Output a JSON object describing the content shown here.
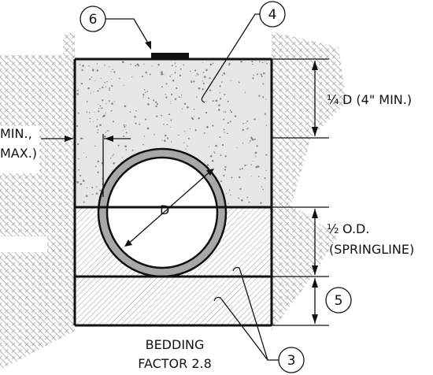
{
  "callouts": {
    "c3": "3",
    "c4": "4",
    "c5": "5",
    "c6": "6"
  },
  "labels": {
    "trench_width_line1": "MIN.,",
    "trench_width_line2": "MAX.)",
    "cover_fraction": "¼",
    "cover_text": "D (4\" MIN.)",
    "haunch_fraction": "½",
    "haunch_text_line1": "O.D.",
    "haunch_text_line2": "(SPRINGLINE)",
    "diameter": "D",
    "bedding_line1": "BEDDING",
    "bedding_line2": "FACTOR 2.8"
  },
  "colors": {
    "line": "#111111",
    "concrete_fill": "#e6e6e6",
    "concrete_speckle": "#8a8a8a",
    "pipe_wall": "#a8a8a8",
    "soil_hatch": "#9a9a9a"
  }
}
